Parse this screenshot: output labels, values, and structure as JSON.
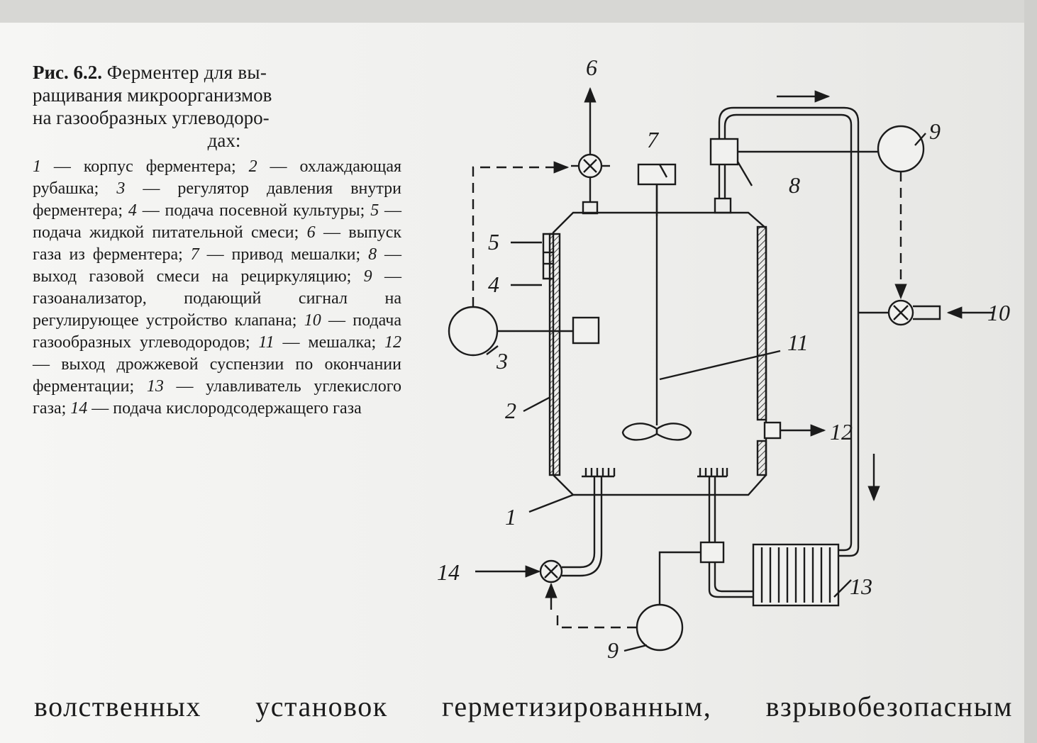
{
  "caption": {
    "fig_label": "Рис. 6.2.",
    "title_line1": "Ферментер для вы-",
    "title_line2": "ращивания микроорганизмов",
    "title_line3": "на газообразных углеводоро-",
    "title_line4": "дах:",
    "legend": [
      {
        "num": "1",
        "text": "корпус ферментера;"
      },
      {
        "num": "2",
        "text": "охлаждающая рубашка;"
      },
      {
        "num": "3",
        "text": "регулятор давления внутри ферментера;"
      },
      {
        "num": "4",
        "text": "подача посевной культуры;"
      },
      {
        "num": "5",
        "text": "подача жидкой питательной смеси;"
      },
      {
        "num": "6",
        "text": "выпуск газа из ферментера;"
      },
      {
        "num": "7",
        "text": "привод мешалки;"
      },
      {
        "num": "8",
        "text": "выход газовой смеси на рециркуляцию;"
      },
      {
        "num": "9",
        "text": "газоанализатор, подающий сигнал на регулирующее устройство клапана;"
      },
      {
        "num": "10",
        "text": "подача газообразных углеводородов;"
      },
      {
        "num": "11",
        "text": "мешалка;"
      },
      {
        "num": "12",
        "text": "выход дрожжевой суспензии по окончании ферментации;"
      },
      {
        "num": "13",
        "text": "улавливатель углекислого газа;"
      },
      {
        "num": "14",
        "text": "подача кислородсодержащего газа"
      }
    ]
  },
  "diagram_labels": {
    "l1": "1",
    "l2": "2",
    "l3": "3",
    "l4": "4",
    "l5": "5",
    "l6": "6",
    "l7": "7",
    "l8": "8",
    "l9a": "9",
    "l9b": "9",
    "l10": "10",
    "l11": "11",
    "l12": "12",
    "l13": "13",
    "l14": "14"
  },
  "bottom_text": [
    "волственных",
    "установок",
    "герметизированным,",
    "взрывобезопасным"
  ],
  "colors": {
    "ink": "#1b1b1b",
    "paper": "#f1f1ef",
    "bleed": "#9a9a98"
  }
}
